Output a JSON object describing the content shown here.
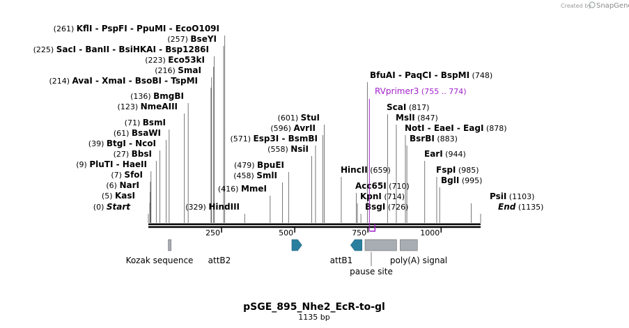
{
  "credit": {
    "prefix": "Created by",
    "brand": "SnapGene"
  },
  "title": "pSGE_895_Nhe2_EcR-to-gl",
  "subtitle": "1135 bp",
  "length": 1135,
  "ticks": [
    "250",
    "500",
    "750",
    "1000"
  ],
  "ticks_values": [
    250,
    500,
    750,
    1000
  ],
  "sites": [
    {
      "pos": 1135,
      "text": "(1135)",
      "names": [
        "End"
      ],
      "posFirst": false,
      "italic": true
    },
    {
      "pos": 1103,
      "text": "(1103)",
      "names": [
        "PsiI"
      ],
      "posFirst": false
    },
    {
      "pos": 995,
      "text": "(995)",
      "names": [
        "BglI"
      ],
      "posFirst": false
    },
    {
      "pos": 985,
      "text": "(985)",
      "names": [
        "FspI"
      ],
      "posFirst": false
    },
    {
      "pos": 944,
      "text": "(944)",
      "names": [
        "EarI"
      ],
      "posFirst": false
    },
    {
      "pos": 883,
      "text": "(883)",
      "names": [
        "BsrBI"
      ],
      "posFirst": false
    },
    {
      "pos": 878,
      "text": "(878)",
      "names": [
        "NotI",
        "EaeI",
        "EagI"
      ],
      "posFirst": false
    },
    {
      "pos": 847,
      "text": "(847)",
      "names": [
        "MslI"
      ],
      "posFirst": false
    },
    {
      "pos": 817,
      "text": "(817)",
      "names": [
        "ScaI"
      ],
      "posFirst": false
    },
    {
      "pos": 748,
      "text": "(748)",
      "names": [
        "BfuAI",
        "PaqCI",
        "BspMI"
      ],
      "posFirst": false
    },
    {
      "pos": 726,
      "text": "(726)",
      "names": [
        "BsgI"
      ],
      "posFirst": false
    },
    {
      "pos": 714,
      "text": "(714)",
      "names": [
        "KpnI"
      ],
      "posFirst": false
    },
    {
      "pos": 710,
      "text": "(710)",
      "names": [
        "Acc65I"
      ],
      "posFirst": false
    },
    {
      "pos": 659,
      "text": "(659)",
      "names": [
        "HincII"
      ],
      "posFirst": false
    },
    {
      "pos": 601,
      "text": "(601)",
      "names": [
        "StuI"
      ],
      "posFirst": true
    },
    {
      "pos": 596,
      "text": "(596)",
      "names": [
        "AvrII"
      ],
      "posFirst": true
    },
    {
      "pos": 571,
      "text": "(571)",
      "names": [
        "Esp3I",
        "BsmBI"
      ],
      "posFirst": true
    },
    {
      "pos": 558,
      "text": "(558)",
      "names": [
        "NsiI"
      ],
      "posFirst": true
    },
    {
      "pos": 479,
      "text": "(479)",
      "names": [
        "BpuEI"
      ],
      "posFirst": true
    },
    {
      "pos": 458,
      "text": "(458)",
      "names": [
        "SmlI"
      ],
      "posFirst": true
    },
    {
      "pos": 416,
      "text": "(416)",
      "names": [
        "MmeI"
      ],
      "posFirst": true
    },
    {
      "pos": 329,
      "text": "(329)",
      "names": [
        "HindIII"
      ],
      "posFirst": true
    },
    {
      "pos": 261,
      "text": "(261)",
      "names": [
        "KflI",
        "PspFI",
        "PpuMI",
        "EcoO109I"
      ],
      "posFirst": true
    },
    {
      "pos": 257,
      "text": "(257)",
      "names": [
        "BseYI"
      ],
      "posFirst": true
    },
    {
      "pos": 225,
      "text": "(225)",
      "names": [
        "SacI",
        "BanII",
        "BsiHKAI",
        "Bsp1286I"
      ],
      "posFirst": true
    },
    {
      "pos": 223,
      "text": "(223)",
      "names": [
        "Eco53kI"
      ],
      "posFirst": true
    },
    {
      "pos": 216,
      "text": "(216)",
      "names": [
        "SmaI"
      ],
      "posFirst": true
    },
    {
      "pos": 214,
      "text": "(214)",
      "names": [
        "AvaI",
        "XmaI",
        "BsoBI",
        "TspMI"
      ],
      "posFirst": true
    },
    {
      "pos": 136,
      "text": "(136)",
      "names": [
        "BmgBI"
      ],
      "posFirst": true
    },
    {
      "pos": 123,
      "text": "(123)",
      "names": [
        "NmeAIII"
      ],
      "posFirst": true
    },
    {
      "pos": 71,
      "text": "(71)",
      "names": [
        "BsmI"
      ],
      "posFirst": true
    },
    {
      "pos": 61,
      "text": "(61)",
      "names": [
        "BsaWI"
      ],
      "posFirst": true
    },
    {
      "pos": 39,
      "text": "(39)",
      "names": [
        "BtgI",
        "NcoI"
      ],
      "posFirst": true
    },
    {
      "pos": 27,
      "text": "(27)",
      "names": [
        "BbsI"
      ],
      "posFirst": true
    },
    {
      "pos": 9,
      "text": "(9)",
      "names": [
        "PluTI",
        "HaeII"
      ],
      "posFirst": true
    },
    {
      "pos": 7,
      "text": "(7)",
      "names": [
        "SfoI"
      ],
      "posFirst": true
    },
    {
      "pos": 6,
      "text": "(6)",
      "names": [
        "NarI"
      ],
      "posFirst": true
    },
    {
      "pos": 5,
      "text": "(5)",
      "names": [
        "KasI"
      ],
      "posFirst": true
    },
    {
      "pos": 0,
      "text": "(0)",
      "names": [
        "Start"
      ],
      "posFirst": true,
      "italic": true
    }
  ],
  "primer": {
    "name": "RVprimer3",
    "range": "(755 .. 774)",
    "start": 755,
    "end": 774,
    "color": "#a020c8"
  },
  "features": [
    {
      "name": "Kozak sequence",
      "start": 68,
      "end": 77,
      "shape": "box",
      "color": "#a8adb4"
    },
    {
      "name": "attB2",
      "start": 490,
      "end": 515,
      "shape": "arrow-right",
      "color": "#2a7f9f"
    },
    {
      "name": "attB1",
      "start": 700,
      "end": 730,
      "shape": "arrow-left",
      "color": "#2a7f9f"
    },
    {
      "name": "pause site",
      "start": 740,
      "end": 848,
      "shape": "box",
      "color": "#a8adb4"
    },
    {
      "name": "poly(A) signal",
      "start": 860,
      "end": 919,
      "shape": "box",
      "color": "#a8adb4"
    }
  ],
  "colors": {
    "backbone": "#000000",
    "leader": "#555555",
    "primer": "#a020c8"
  }
}
